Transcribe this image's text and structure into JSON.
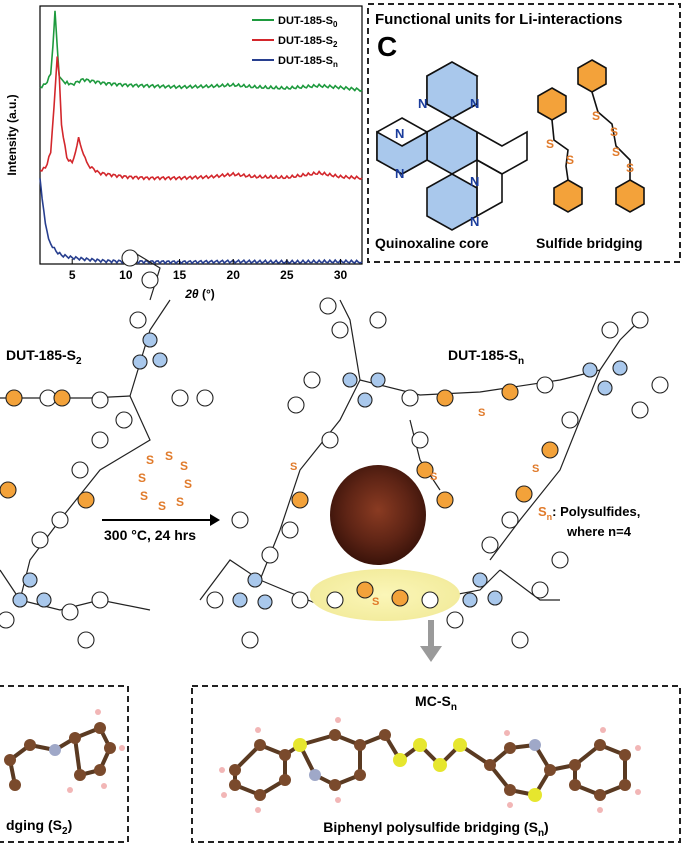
{
  "chart_data": {
    "type": "line",
    "xlabel_sym": "2θ",
    "xlabel_unit": " (°)",
    "ylabel": "Intensity (a.u.)",
    "xlim": [
      2,
      32
    ],
    "xticks": [
      5,
      10,
      15,
      20,
      25,
      30
    ],
    "series": [
      {
        "name": "DUT-185-S0",
        "label_main": "DUT-185-S",
        "label_sub": "0",
        "color": "#1e9a3e",
        "x": [
          2.0,
          2.5,
          3.0,
          3.2,
          3.4,
          3.6,
          3.8,
          4.2,
          5.0,
          6.0,
          8.0,
          10,
          12,
          15,
          18,
          20,
          22,
          25,
          28,
          30,
          32
        ],
        "y": [
          0.7,
          0.71,
          0.75,
          0.86,
          1.0,
          0.86,
          0.74,
          0.72,
          0.71,
          0.73,
          0.715,
          0.708,
          0.705,
          0.7,
          0.703,
          0.708,
          0.7,
          0.695,
          0.705,
          0.698,
          0.688
        ]
      },
      {
        "name": "DUT-185-S2",
        "label_main": "DUT-185-S",
        "label_sub": "2",
        "color": "#d3272c",
        "x": [
          2.0,
          2.5,
          3.0,
          3.3,
          3.6,
          3.8,
          4.0,
          4.5,
          5.0,
          5.3,
          5.6,
          5.9,
          6.5,
          7.5,
          9,
          10,
          12,
          15,
          18,
          20,
          22,
          25,
          28,
          30,
          32
        ],
        "y": [
          0.37,
          0.38,
          0.44,
          0.62,
          0.82,
          0.74,
          0.55,
          0.42,
          0.4,
          0.44,
          0.5,
          0.45,
          0.39,
          0.36,
          0.35,
          0.345,
          0.34,
          0.34,
          0.345,
          0.355,
          0.345,
          0.342,
          0.36,
          0.345,
          0.34
        ]
      },
      {
        "name": "DUT-185-Sn",
        "label_main": "DUT-185-S",
        "label_sub": "n",
        "color": "#283f8f",
        "x": [
          2.0,
          2.2,
          2.5,
          2.8,
          3.0,
          3.5,
          4.0,
          5.0,
          6.0,
          8.0,
          10,
          15,
          20,
          25,
          30,
          32
        ],
        "y": [
          0.34,
          0.26,
          0.16,
          0.1,
          0.08,
          0.05,
          0.035,
          0.025,
          0.02,
          0.012,
          0.01,
          0.008,
          0.01,
          0.008,
          0.01,
          0.008
        ]
      }
    ]
  },
  "panel_c": {
    "title": "Functional units for Li-interactions",
    "letter": "C",
    "quinoxaline_label": "Quinoxaline core",
    "sulfide_label": "Sulfide bridging",
    "n_atom": "N",
    "s_atom": "S"
  },
  "scheme": {
    "left_title_main": "DUT-185-S",
    "left_title_sub": "2",
    "right_title_main": "DUT-185-S",
    "right_title_sub": "n",
    "arrow_label": "300 °C, 24 hrs",
    "sn_label": "S",
    "sn_sub": "n",
    "sn_desc_1": ": Polysulfides,",
    "sn_desc_2": "where n=4",
    "s8_atom": "S"
  },
  "bottom": {
    "mc_title_main": "MC-S",
    "mc_title_sub": "n",
    "left_caption_main": "dging (S",
    "left_caption_sub": "2",
    "left_caption_end": ")",
    "right_caption_main": "Biphenyl polysulfide bridging (S",
    "right_caption_sub": "n",
    "right_caption_end": ")"
  },
  "colors": {
    "benzene_blue": "#a9c8ec",
    "sulfur_orange": "#e07a2a",
    "carbon_brown": "#7a4a2c",
    "sulfur_yellow": "#e6e62e",
    "highlight": "#f5f0a8"
  }
}
